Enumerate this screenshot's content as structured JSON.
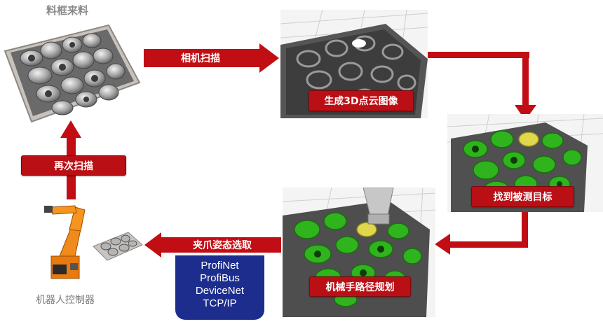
{
  "bin_title": "料框来料",
  "robot_caption": "机器人控制器",
  "steps": {
    "scan": "相机扫描",
    "pointcloud": "生成3D点云图像",
    "find_target": "找到被测目标",
    "path_planning": "机械手路径规划",
    "grip_pose": "夹爪姿态选取",
    "rescan": "再次扫描"
  },
  "protocols": [
    "ProfiNet",
    "ProfiBus",
    "DeviceNet",
    "TCP/IP"
  ],
  "colors": {
    "arrow_red": "#c10e14",
    "label_red": "#b90f15",
    "protocol_blue": "#1d2d8e",
    "highlight_green": "#2fb41d",
    "caption_gray": "#8a8a8a"
  }
}
